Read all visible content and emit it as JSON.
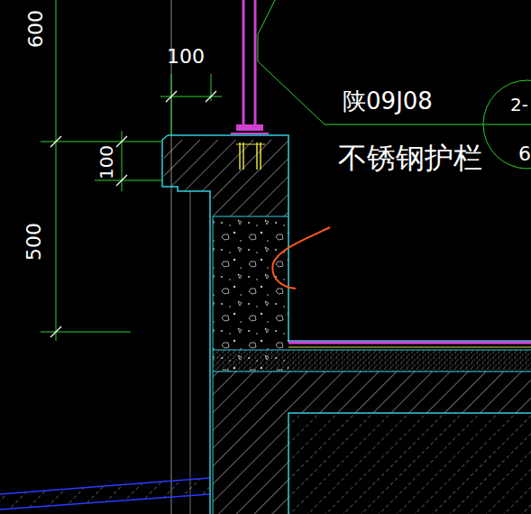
{
  "diagram": {
    "nodes": [
      {
        "text": [
          "2-",
          "6"
        ]
      }
    ],
    "labels": [
      "600",
      "100",
      "100",
      "500",
      "陕09J08",
      "不锈钢护栏"
    ]
  }
}
